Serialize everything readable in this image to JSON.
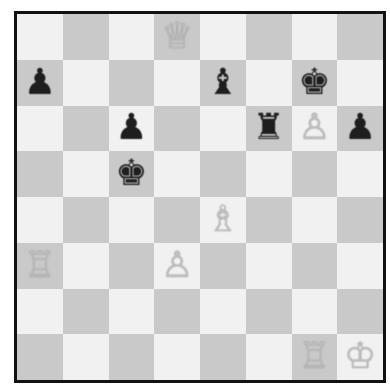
{
  "board": {
    "colors": {
      "light": "#f1f1f1",
      "dark": "#c9c9c9",
      "border": "#111111"
    },
    "squares": [
      [
        "",
        "",
        "",
        "wQ",
        "",
        "",
        "",
        ""
      ],
      [
        "bP",
        "",
        "",
        "",
        "bB",
        "",
        "bK",
        ""
      ],
      [
        "",
        "",
        "bP",
        "",
        "",
        "bR",
        "wP",
        "bP"
      ],
      [
        "",
        "",
        "bK2",
        "",
        "",
        "",
        "",
        ""
      ],
      [
        "",
        "",
        "",
        "",
        "wB",
        "",
        "",
        ""
      ],
      [
        "wR",
        "",
        "",
        "wP",
        "",
        "",
        "",
        ""
      ],
      [
        "",
        "",
        "",
        "",
        "",
        "",
        "",
        ""
      ],
      [
        "",
        "",
        "",
        "",
        "",
        "",
        "wR",
        "wK"
      ]
    ],
    "pieces": {
      "wQ": {
        "glyph": "♕",
        "name": "white-queen-icon",
        "color": "white"
      },
      "wK": {
        "glyph": "♔",
        "name": "white-king-icon",
        "color": "white"
      },
      "wR": {
        "glyph": "♖",
        "name": "white-rook-icon",
        "color": "white"
      },
      "wB": {
        "glyph": "♗",
        "name": "white-bishop-icon",
        "color": "white"
      },
      "wP": {
        "glyph": "♙",
        "name": "white-pawn-icon",
        "color": "white"
      },
      "bK": {
        "glyph": "♚",
        "name": "black-king-icon",
        "color": "black"
      },
      "bK2": {
        "glyph": "♚",
        "name": "black-king-icon",
        "color": "black"
      },
      "bB": {
        "glyph": "♝",
        "name": "black-bishop-icon",
        "color": "black"
      },
      "bR": {
        "glyph": "♜",
        "name": "black-rook-icon",
        "color": "black"
      },
      "bP": {
        "glyph": "♟",
        "name": "black-pawn-icon",
        "color": "black"
      }
    }
  }
}
